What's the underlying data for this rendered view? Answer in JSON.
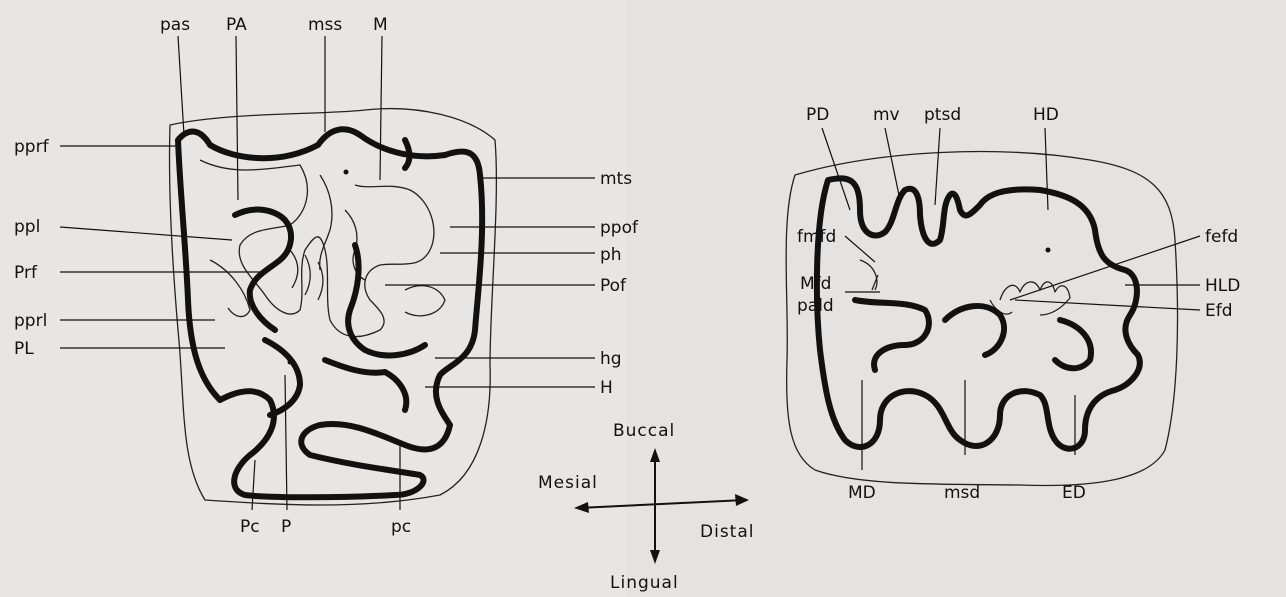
{
  "left_labels": {
    "pas": "pas",
    "PA": "PA",
    "mss": "mss",
    "M": "M",
    "pprf": "pprf",
    "mts": "mts",
    "ppl": "ppl",
    "ppof": "ppof",
    "ph": "ph",
    "Prf": "Prf",
    "Pof": "Pof",
    "pprl": "pprl",
    "PL": "PL",
    "hg": "hg",
    "H": "H",
    "Pc": "Pc",
    "P": "P",
    "pc": "pc"
  },
  "right_labels": {
    "PD": "PD",
    "mv": "mv",
    "ptsd": "ptsd",
    "HD": "HD",
    "fmfd": "fmfd",
    "fefd": "fefd",
    "Mfd": "Mfd",
    "pald": "pald",
    "HLD": "HLD",
    "Efd": "Efd",
    "MD": "MD",
    "msd": "msd",
    "ED": "ED"
  },
  "compass": {
    "buccal": "Buccal",
    "mesial": "Mesial",
    "distal": "Distal",
    "lingual": "Lingual"
  }
}
